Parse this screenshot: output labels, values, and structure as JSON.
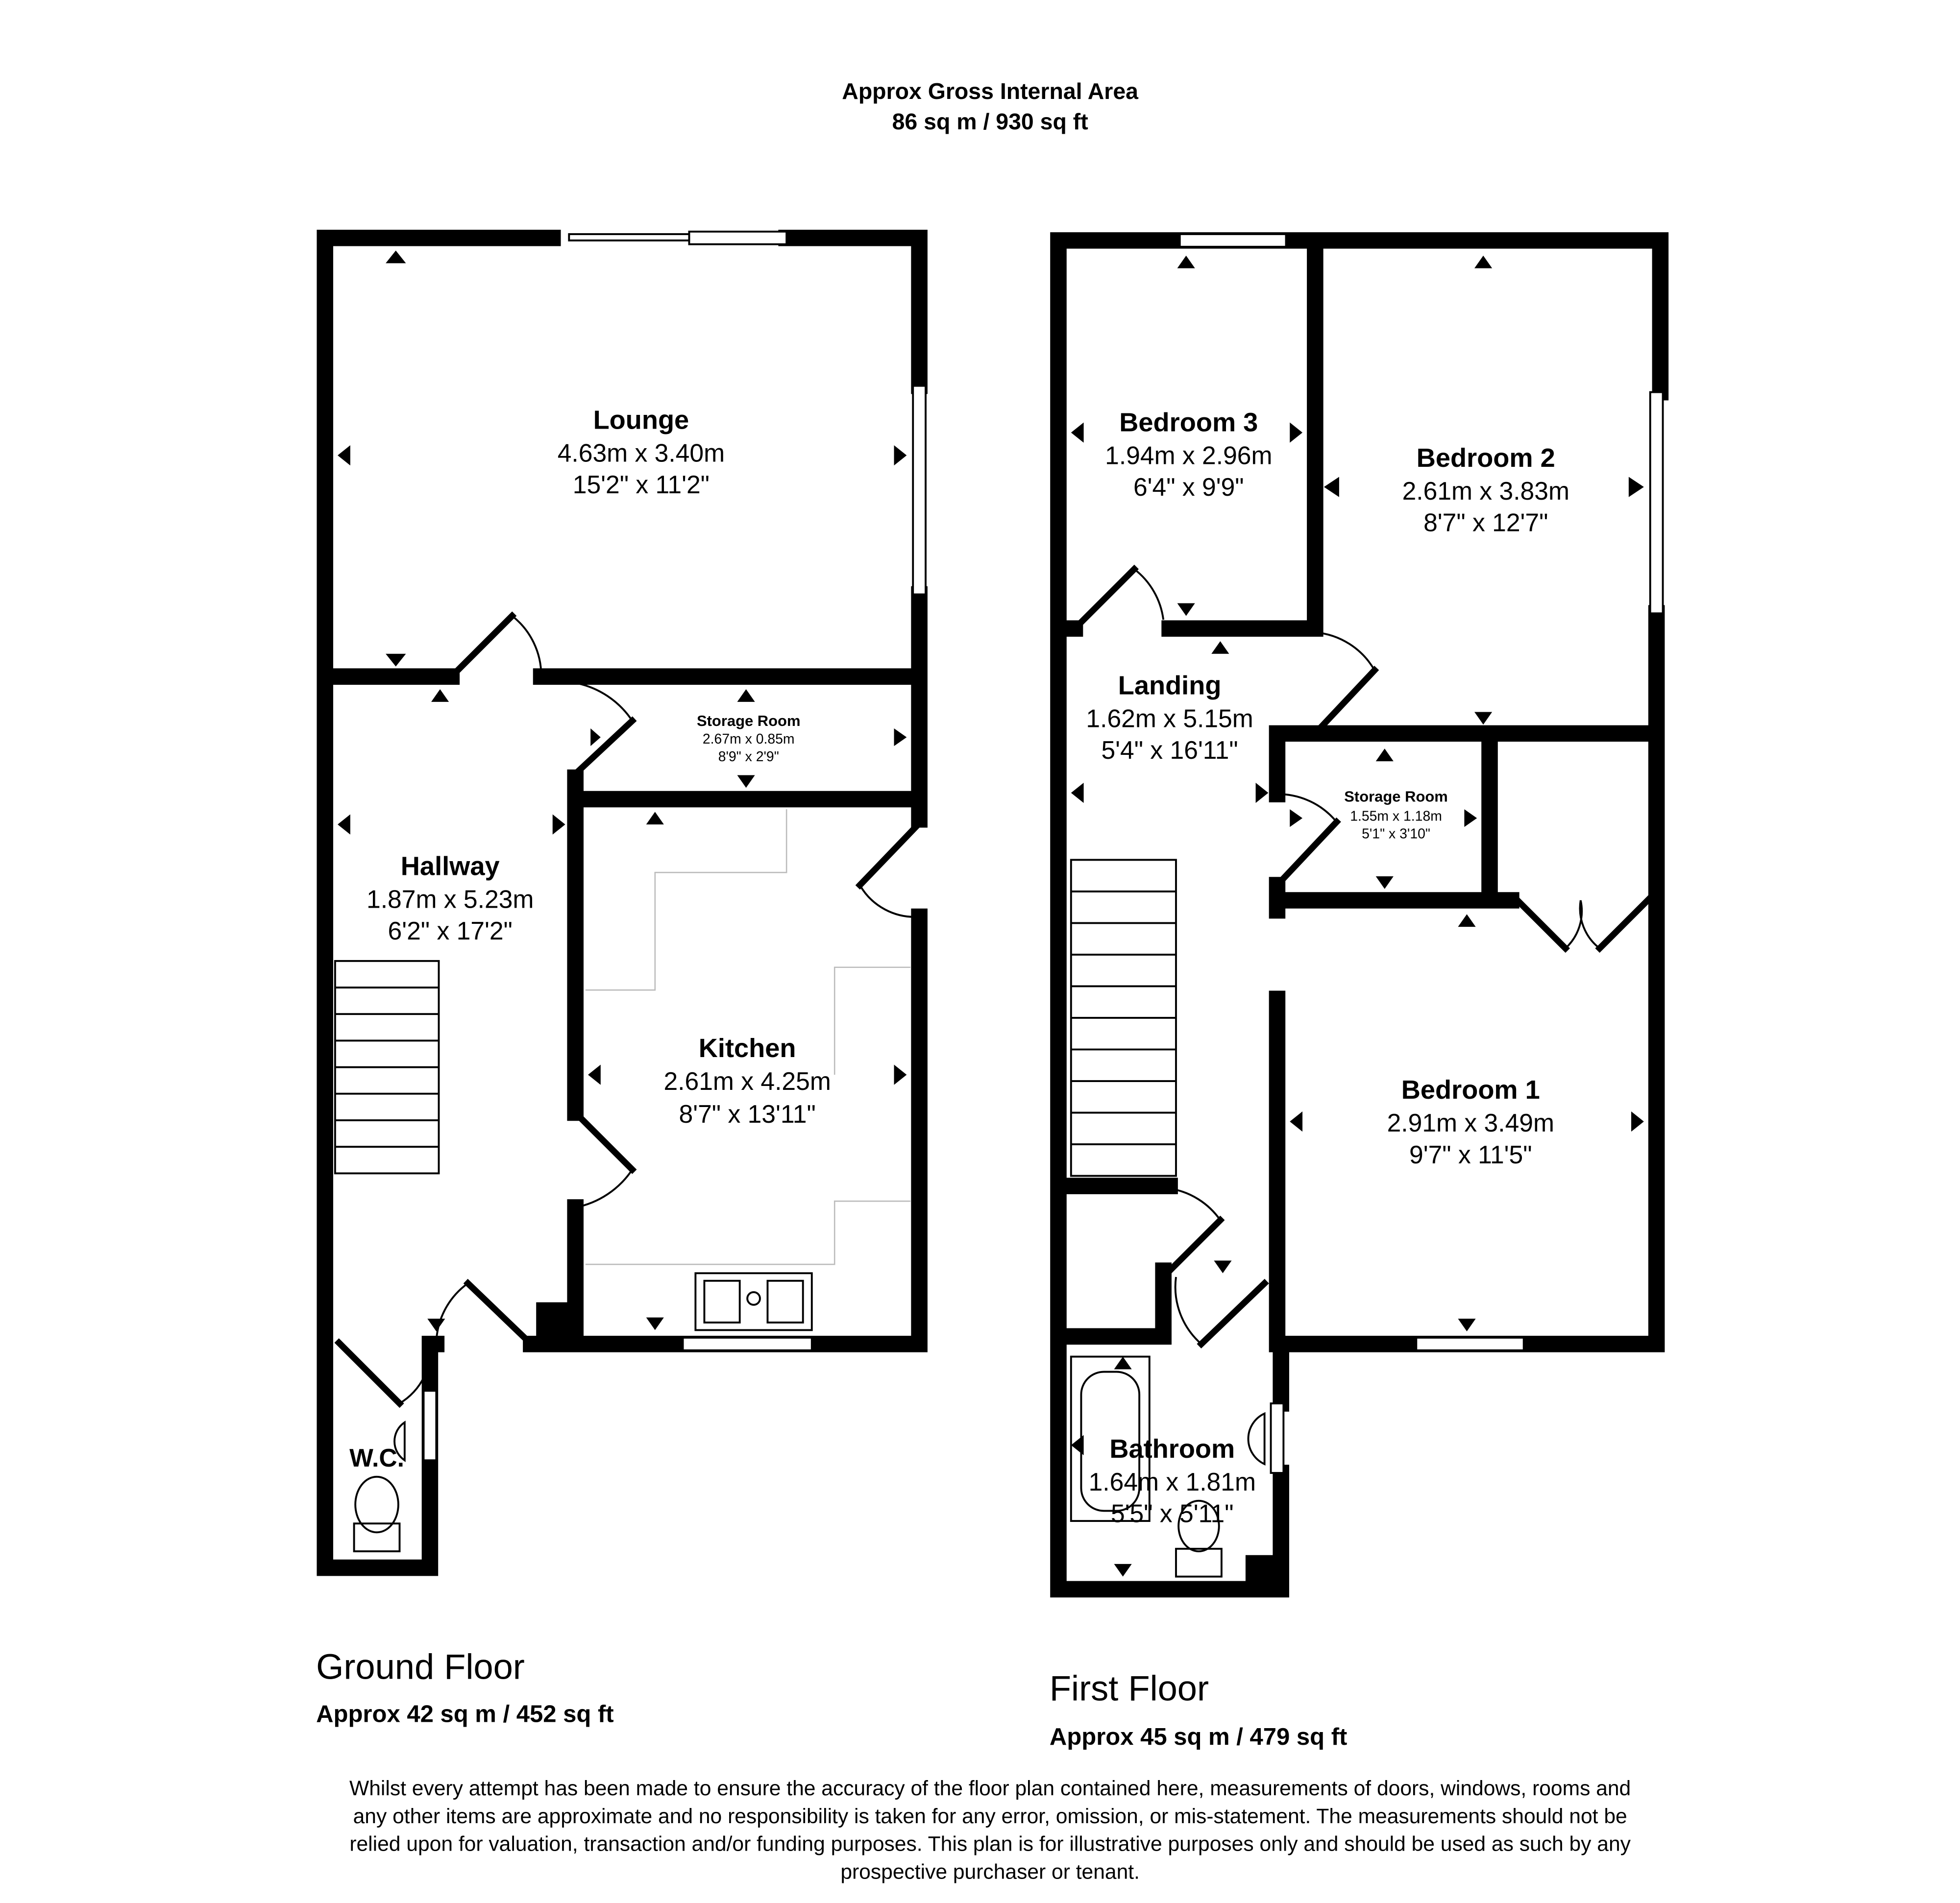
{
  "header": {
    "title": "Approx Gross Internal Area",
    "area": "86 sq m / 930 sq ft"
  },
  "ground_floor": {
    "name": "Ground Floor",
    "area": "Approx 42 sq m / 452 sq ft",
    "rooms": [
      {
        "name": "Lounge",
        "metric": "4.63m x 3.40m",
        "imperial": "15'2\" x 11'2\""
      },
      {
        "name": "Storage Room",
        "metric": "2.67m x 0.85m",
        "imperial": "8'9\" x 2'9\""
      },
      {
        "name": "Hallway",
        "metric": "1.87m x 5.23m",
        "imperial": "6'2\" x 17'2\""
      },
      {
        "name": "Kitchen",
        "metric": "2.61m x 4.25m",
        "imperial": "8'7\" x 13'11\""
      },
      {
        "name": "W.C."
      }
    ]
  },
  "first_floor": {
    "name": "First Floor",
    "area": "Approx 45 sq m / 479 sq ft",
    "rooms": [
      {
        "name": "Bedroom 3",
        "metric": "1.94m x 2.96m",
        "imperial": "6'4\" x 9'9\""
      },
      {
        "name": "Bedroom 2",
        "metric": "2.61m x 3.83m",
        "imperial": "8'7\" x 12'7\""
      },
      {
        "name": "Landing",
        "metric": "1.62m x 5.15m",
        "imperial": "5'4\" x 16'11\""
      },
      {
        "name": "Storage Room",
        "metric": "1.55m x 1.18m",
        "imperial": "5'1\" x 3'10\""
      },
      {
        "name": "Bedroom 1",
        "metric": "2.91m x 3.49m",
        "imperial": "9'7\" x 11'5\""
      },
      {
        "name": "Bathroom",
        "metric": "1.64m x 1.81m",
        "imperial": "5'5\" x 5'11\""
      }
    ]
  },
  "disclaimer": [
    "Whilst every attempt has been made to ensure the accuracy of the floor plan contained here, measurements of doors, windows, rooms and",
    "any other items are approximate and no responsibility is taken for any error, omission, or mis-statement. The measurements should not be",
    "relied upon for valuation, transaction and/or funding purposes. This plan is for illustrative purposes only and should be used as such by any",
    "prospective purchaser or tenant."
  ]
}
